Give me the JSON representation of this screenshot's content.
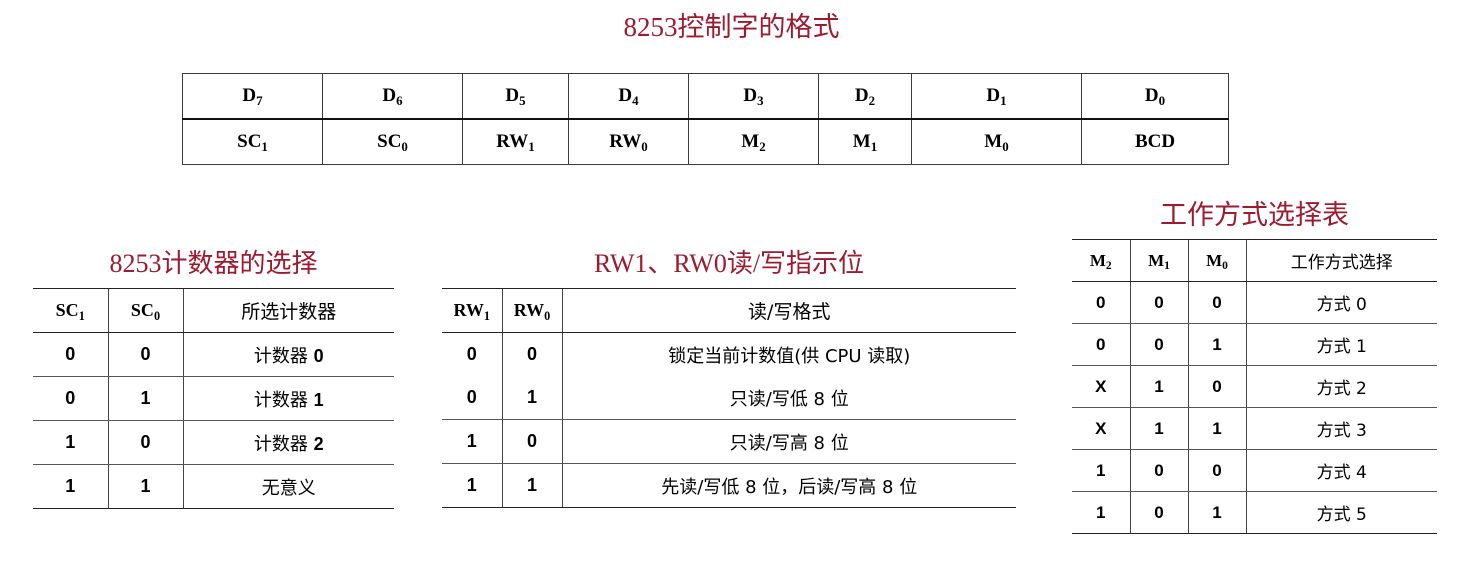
{
  "main_title": "8253控制字的格式",
  "colors": {
    "heading": "#9b1b30",
    "text": "#000000",
    "rule": "#222222",
    "background": "#ffffff"
  },
  "control_word": {
    "bit_labels": [
      "D7",
      "D6",
      "D5",
      "D4",
      "D3",
      "D2",
      "D1",
      "D0"
    ],
    "bit_names": [
      "D",
      "D",
      "D",
      "D",
      "D",
      "D",
      "D",
      "D"
    ],
    "bit_subs": [
      "7",
      "6",
      "5",
      "4",
      "3",
      "2",
      "1",
      "0"
    ],
    "field_names": [
      "SC",
      "SC",
      "RW",
      "RW",
      "M",
      "M",
      "M",
      "BCD"
    ],
    "field_subs": [
      "1",
      "0",
      "1",
      "0",
      "2",
      "1",
      "0",
      ""
    ],
    "field_labels": [
      "SC1",
      "SC0",
      "RW1",
      "RW0",
      "M2",
      "M1",
      "M0",
      "BCD"
    ]
  },
  "counter_select": {
    "heading": "8253计数器的选择",
    "headers": {
      "c1": "SC",
      "c1_sub": "1",
      "c2": "SC",
      "c2_sub": "0",
      "c3": "所选计数器"
    },
    "rows": [
      {
        "sc1": "0",
        "sc0": "0",
        "desc_cn": "计数器 ",
        "desc_num": "0"
      },
      {
        "sc1": "0",
        "sc0": "1",
        "desc_cn": "计数器 ",
        "desc_num": "1"
      },
      {
        "sc1": "1",
        "sc0": "0",
        "desc_cn": "计数器 ",
        "desc_num": "2"
      },
      {
        "sc1": "1",
        "sc0": "1",
        "desc_cn": "无意义",
        "desc_num": ""
      }
    ]
  },
  "rw_select": {
    "heading": "RW1、RW0读/写指示位",
    "headers": {
      "c1": "RW",
      "c1_sub": "1",
      "c2": "RW",
      "c2_sub": "0",
      "c3": "读/写格式"
    },
    "rows": [
      {
        "rw1": "0",
        "rw0": "0",
        "desc": "锁定当前计数值(供 CPU 读取)"
      },
      {
        "rw1": "0",
        "rw0": "1",
        "desc": "只读/写低 8 位"
      },
      {
        "rw1": "1",
        "rw0": "0",
        "desc": "只读/写高 8 位"
      },
      {
        "rw1": "1",
        "rw0": "1",
        "desc": "先读/写低 8 位，后读/写高 8 位"
      }
    ]
  },
  "mode_select": {
    "heading": "工作方式选择表",
    "headers": {
      "c1": "M",
      "c1_sub": "2",
      "c2": "M",
      "c2_sub": "1",
      "c3": "M",
      "c3_sub": "0",
      "c4": "工作方式选择"
    },
    "rows": [
      {
        "m2": "0",
        "m1": "0",
        "m0": "0",
        "mode": "方式 0"
      },
      {
        "m2": "0",
        "m1": "0",
        "m0": "1",
        "mode": "方式 1"
      },
      {
        "m2": "X",
        "m1": "1",
        "m0": "0",
        "mode": "方式 2"
      },
      {
        "m2": "X",
        "m1": "1",
        "m0": "1",
        "mode": "方式 3"
      },
      {
        "m2": "1",
        "m1": "0",
        "m0": "0",
        "mode": "方式 4"
      },
      {
        "m2": "1",
        "m1": "0",
        "m0": "1",
        "mode": "方式 5"
      }
    ]
  }
}
